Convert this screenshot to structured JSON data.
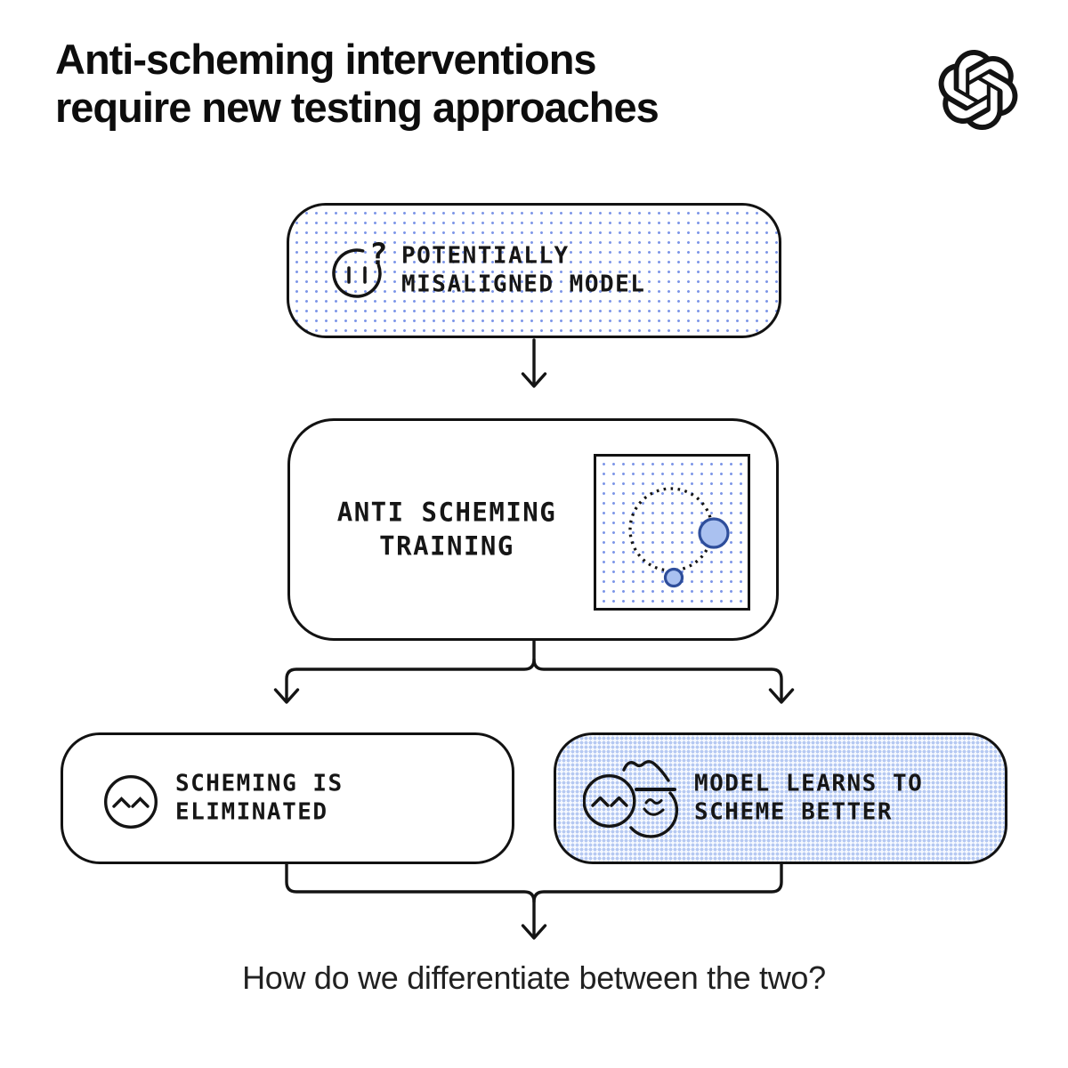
{
  "header": {
    "title": "Anti-scheming interventions\nrequire new testing approaches"
  },
  "brand": {
    "logo": "openai-logo"
  },
  "flowchart": {
    "nodes": [
      {
        "id": "potentially-misaligned-model",
        "label": "POTENTIALLY\nMISALIGNED MODEL",
        "style": "dotted-sparse-pattern",
        "icon": "uncertain-face-icon"
      },
      {
        "id": "anti-scheming-training",
        "label": "ANTI SCHEMING\nTRAINING",
        "style": "plain-white",
        "icon": "training-scatter-illustration"
      },
      {
        "id": "scheming-is-eliminated",
        "label": "SCHEMING IS\nELIMINATED",
        "style": "plain-white",
        "icon": "happy-face-icon"
      },
      {
        "id": "model-learns-to-scheme-better",
        "label": "MODEL LEARNS TO\nSCHEME BETTER",
        "style": "dotted-dense-pattern",
        "icon": "scheming-face-behind-mask-icon"
      }
    ],
    "edges": [
      {
        "from": "potentially-misaligned-model",
        "to": "anti-scheming-training"
      },
      {
        "from": "anti-scheming-training",
        "to": "scheming-is-eliminated"
      },
      {
        "from": "anti-scheming-training",
        "to": "model-learns-to-scheme-better"
      },
      {
        "from": "scheming-is-eliminated",
        "to": "footer-question"
      },
      {
        "from": "model-learns-to-scheme-better",
        "to": "footer-question"
      }
    ]
  },
  "icons": {
    "question_mark": "?"
  },
  "footer": {
    "question": "How do we differentiate between the two?"
  },
  "colors": {
    "ink": "#111111",
    "background": "#ffffff",
    "sparse_dot_blue": "#7e97e8",
    "dense_dot_blue": "#b6c9f2",
    "bubble_fill_blue": "#aac1f0",
    "bubble_stroke_blue": "#2e4e9b"
  }
}
